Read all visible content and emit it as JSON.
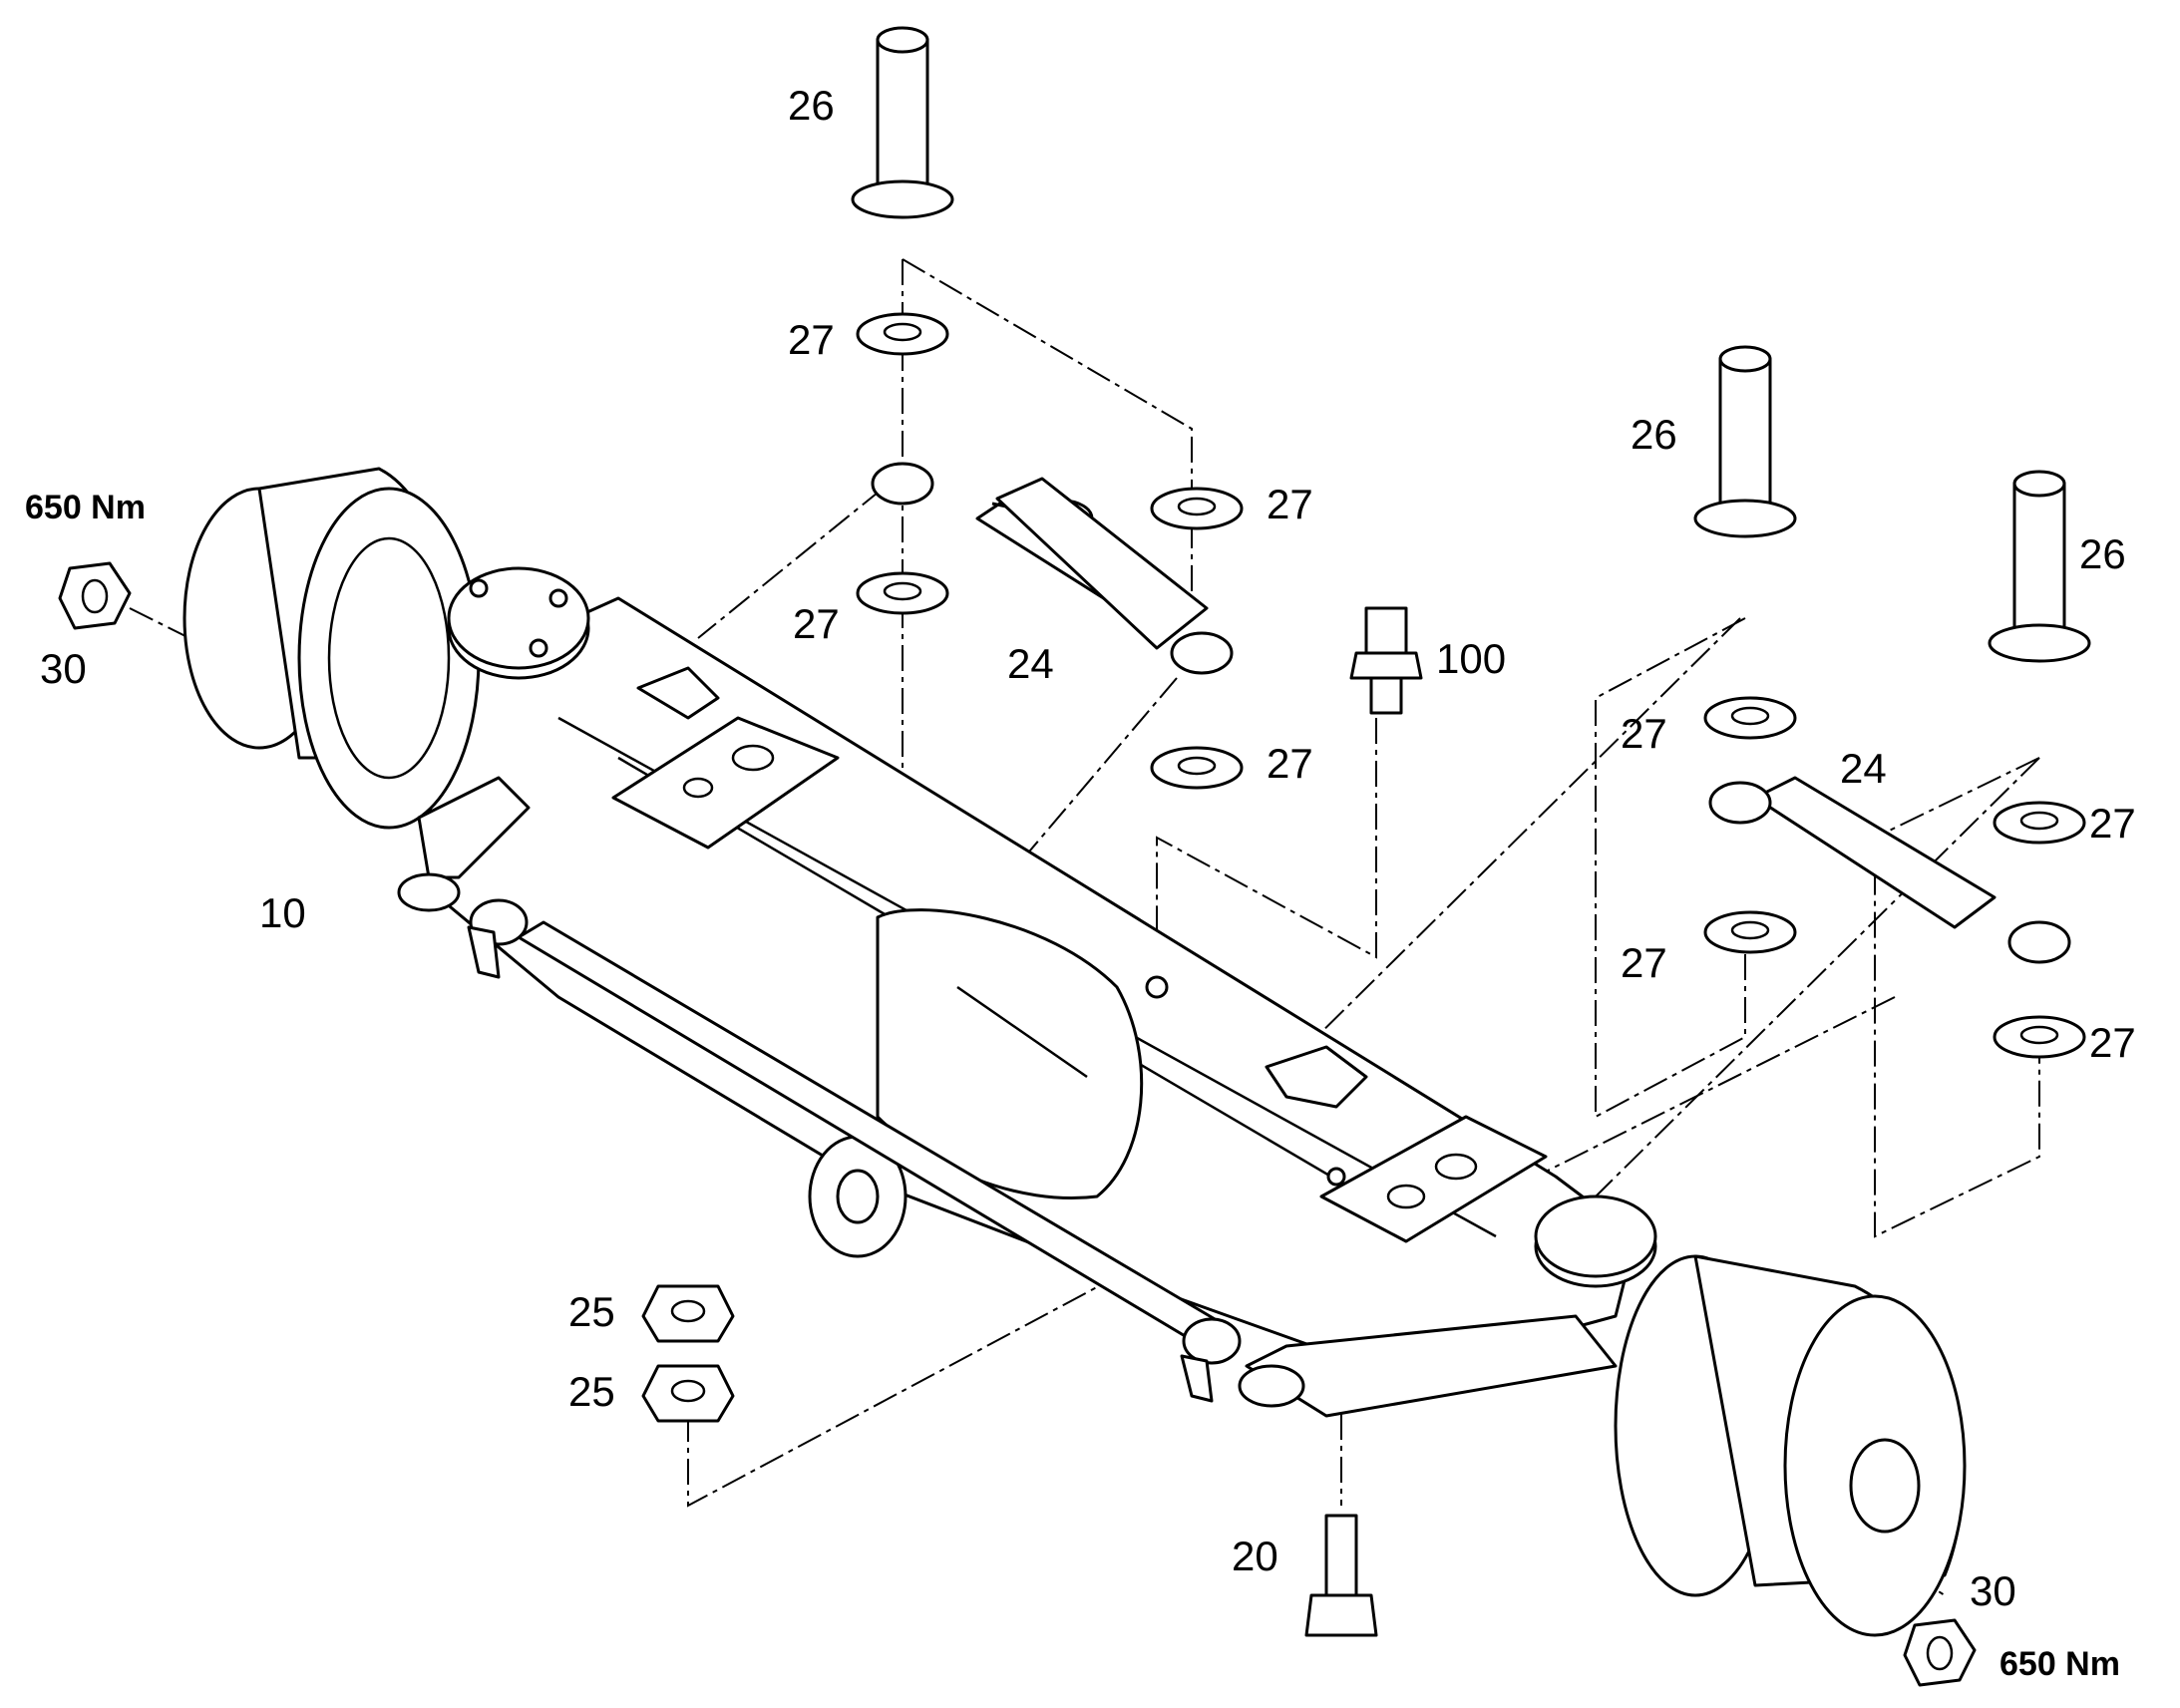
{
  "callouts": {
    "c26a": "26",
    "c27a": "27",
    "c27b": "27",
    "c27c": "27",
    "c27d": "27",
    "c24a": "24",
    "c100": "100",
    "c10": "10",
    "c30a": "30",
    "c26b": "26",
    "c26c": "26",
    "c27e": "27",
    "c27f": "27",
    "c27g": "27",
    "c27h": "27",
    "c24b": "24",
    "c25a": "25",
    "c25b": "25",
    "c20": "20",
    "c30b": "30"
  },
  "torque": {
    "left": "650 Nm",
    "right": "650 Nm"
  }
}
